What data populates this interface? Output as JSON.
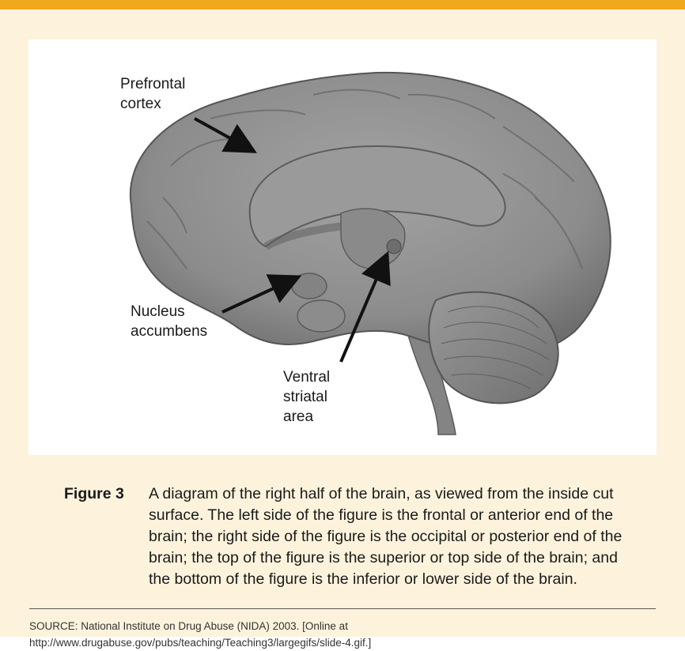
{
  "figure": {
    "labels": {
      "prefrontal": "Prefrontal\ncortex",
      "nucleus": "Nucleus\naccumbens",
      "ventral": "Ventral\nstriatal\narea"
    },
    "colors": {
      "accent_bar": "#f2a81d",
      "panel_bg": "#fdf3dc",
      "brain_gray": "#8e8e8e",
      "arrow": "#111111"
    },
    "image": "brain-sagittal-section"
  },
  "caption": {
    "figure_number": "Figure 3",
    "text": "A diagram of the right half of the brain, as viewed from the inside cut surface. The left side of the figure is the frontal or anterior end of the brain; the right side of the figure is the occipital or posterior end of the brain; the top of the figure is the superior or top side of the brain; and the bottom of the figure is the inferior or lower side of the brain."
  },
  "source": {
    "text": "SOURCE: National Institute on Drug Abuse (NIDA) 2003. [Online at http://www.drugabuse.gov/pubs/teaching/Teaching3/largegifs/slide-4.gif.]"
  }
}
